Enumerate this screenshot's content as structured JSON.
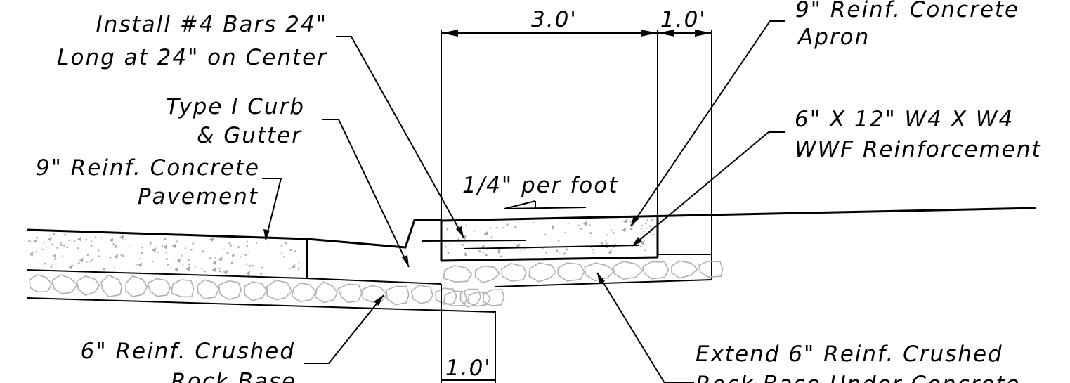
{
  "labels": {
    "bars": [
      "Install #4 Bars 24\"",
      "Long at 24\" on Center"
    ],
    "curb": [
      "Type I Curb",
      "& Gutter"
    ],
    "pavement": [
      "9\" Reinf. Concrete",
      "Pavement"
    ],
    "apron": [
      "9\" Reinf. Concrete",
      "Apron"
    ],
    "wwf": [
      "6\" X 12\" W4 X W4",
      "WWF Reinforcement"
    ],
    "slope": "1/4\" per foot",
    "base": [
      "6\" Reinf. Crushed",
      "Rock Base"
    ],
    "extend": [
      "Extend 6\" Reinf. Crushed",
      "Rock Base Under Concrete"
    ]
  },
  "dimensions": {
    "apron_width": "3.0'",
    "edge_width": "1.0'",
    "base_extension": "1.0'"
  }
}
